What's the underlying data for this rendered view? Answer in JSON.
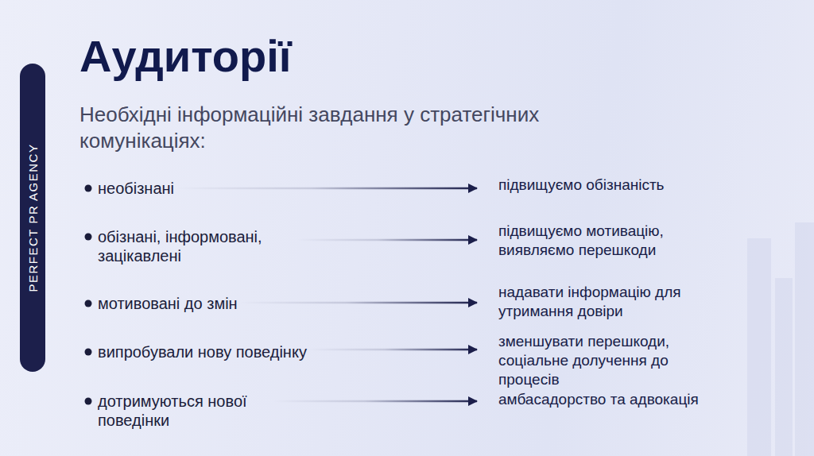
{
  "diagram": {
    "title": "Аудиторії",
    "nodes": [
      {
        "text": [
          "PERFECT PR AGENCY"
        ]
      },
      {
        "text": [
          "необізнані"
        ]
      },
      {
        "text": [
          "підвищуємо обізнаність"
        ]
      },
      {
        "text": [
          "обізнані, інформовані, зацікавлені"
        ]
      },
      {
        "text": [
          "підвищуємо мотивацію, виявляємо перешкоди"
        ]
      },
      {
        "text": [
          "мотивовані до змін"
        ]
      },
      {
        "text": [
          "надавати інформацію для утримання довіри"
        ]
      },
      {
        "text": [
          "випробували нову поведінку"
        ]
      },
      {
        "text": [
          "зменшувати перешкоди, соціальне долучення до процесів"
        ]
      },
      {
        "text": [
          "дотримуються нової поведінки"
        ]
      },
      {
        "text": [
          "амбасадорство та адвокація"
        ]
      }
    ],
    "edges": [
      {
        "from": 1,
        "to": 2,
        "arrow": "to"
      },
      {
        "from": 3,
        "to": 4,
        "arrow": "to"
      },
      {
        "from": 5,
        "to": 6,
        "arrow": "to"
      },
      {
        "from": 7,
        "to": 8,
        "arrow": "to"
      },
      {
        "from": 9,
        "to": 10,
        "arrow": "to"
      }
    ],
    "labels": [
      "Необхідні інформаційні завдання у стратегічних комунікаціях:"
    ]
  }
}
